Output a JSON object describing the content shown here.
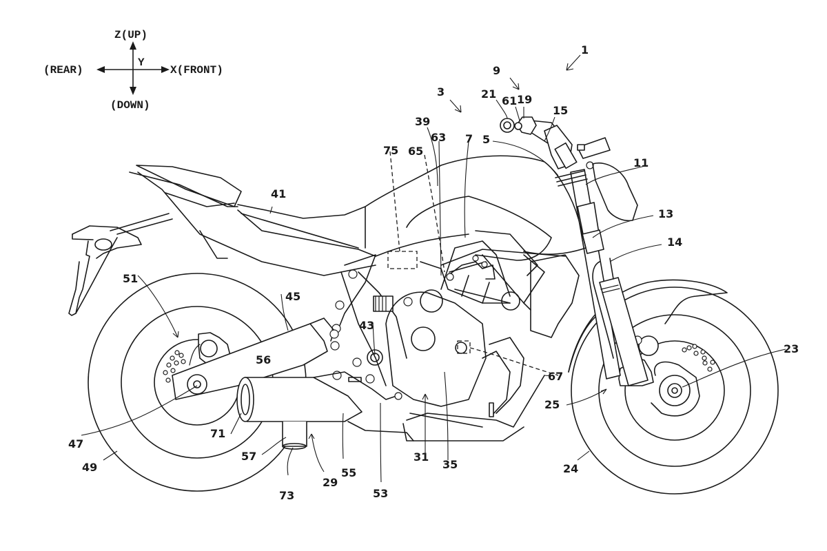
{
  "figure": {
    "type": "patent-drawing",
    "subject": "motorcycle side view",
    "line_color": "#1a1a1a",
    "background": "#ffffff"
  },
  "axes": {
    "up": "Z(UP)",
    "down": "(DOWN)",
    "rear": "(REAR)",
    "front": "X(FRONT)",
    "lateral": "Y"
  },
  "labels": {
    "motorcycle": "1",
    "body_assembly": "3",
    "fuel_tank": "5",
    "frame": "7",
    "handle_unit": "9",
    "steering_head": "11",
    "upper_bracket": "13",
    "front_fork": "14",
    "handlebar": "15",
    "switch": "19",
    "grip": "21",
    "front_axle": "23",
    "front_wheel": "24",
    "front_brake": "25",
    "exhaust_system": "29",
    "engine": "31",
    "crankcase": "35",
    "tank_cover": "39",
    "seat": "41",
    "pivot": "43",
    "swingarm": "45",
    "rear_axle": "47",
    "rear_wheel": "49",
    "rear_brake": "51",
    "exhaust_pipe": "53",
    "muffler": "55",
    "muffler_body": "56",
    "tail_pipe": "57",
    "sensor": "61",
    "throttle_link": "63",
    "wiring_65": "65",
    "wiring_67": "67",
    "outlet": "71",
    "outlet_end": "73",
    "control_unit": "75"
  }
}
